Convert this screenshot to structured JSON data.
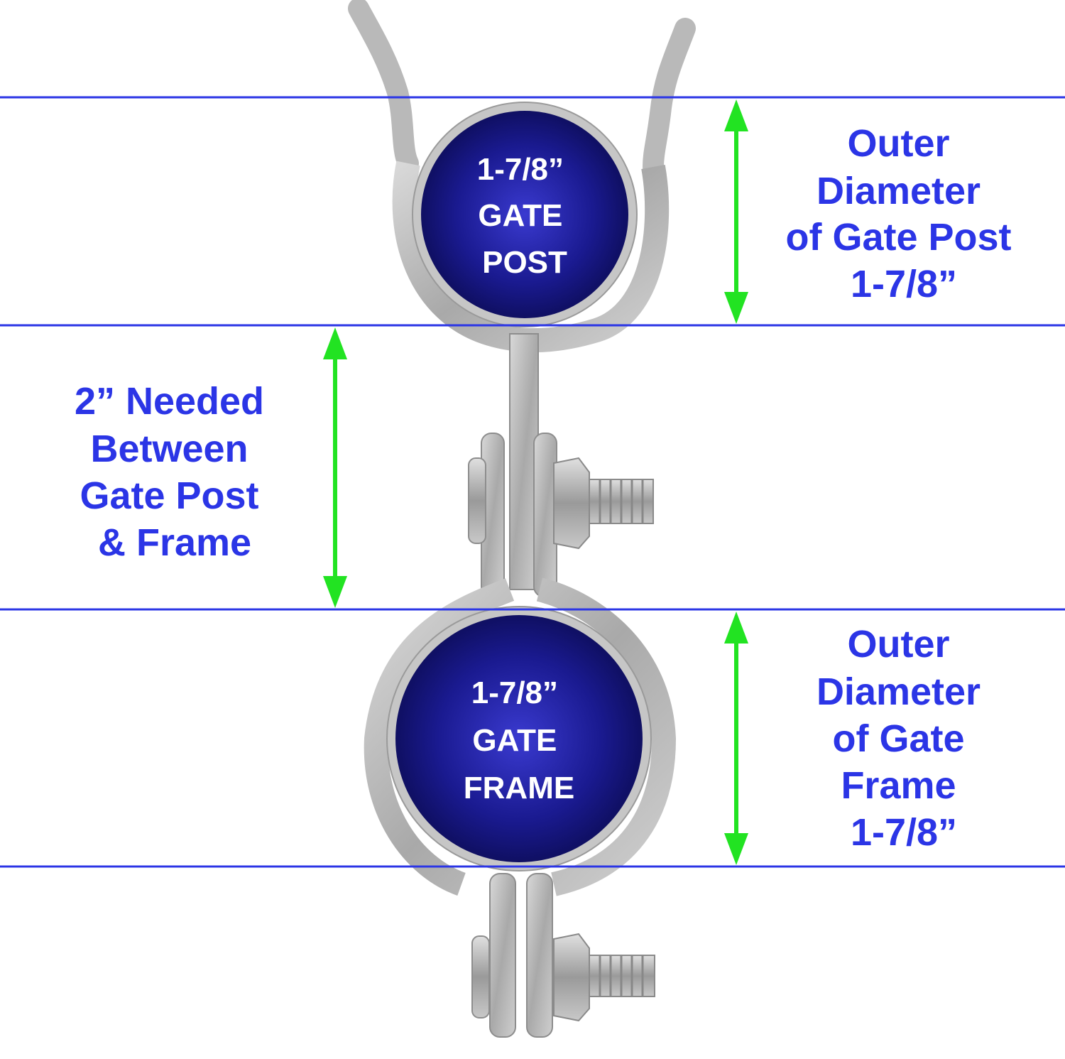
{
  "colors": {
    "background": "#ffffff",
    "guide_line": "#2b35e6",
    "arrow": "#22e322",
    "label": "#2b35e6",
    "pipe_fill": "#15157a",
    "pipe_text": "#ffffff",
    "metal": "#bcbcbc"
  },
  "icons": {
    "hinge": "galvanized-chain-link-gate-hinge",
    "bolt": "carriage-bolt-with-hex-nut"
  },
  "post_circle": {
    "lines": [
      "1-7/8”",
      "GATE",
      "POST"
    ]
  },
  "frame_circle": {
    "lines": [
      "1-7/8”",
      "GATE",
      "FRAME"
    ]
  },
  "post_dimension": {
    "lines": [
      "Outer",
      "Diameter",
      "of Gate Post",
      "1-7/8”"
    ]
  },
  "gap_dimension": {
    "lines": [
      "2” Needed",
      "Between",
      "Gate Post",
      "& Frame"
    ]
  },
  "frame_dimension": {
    "lines": [
      "Outer",
      "Diameter",
      "of Gate",
      "Frame",
      "1-7/8”"
    ]
  }
}
